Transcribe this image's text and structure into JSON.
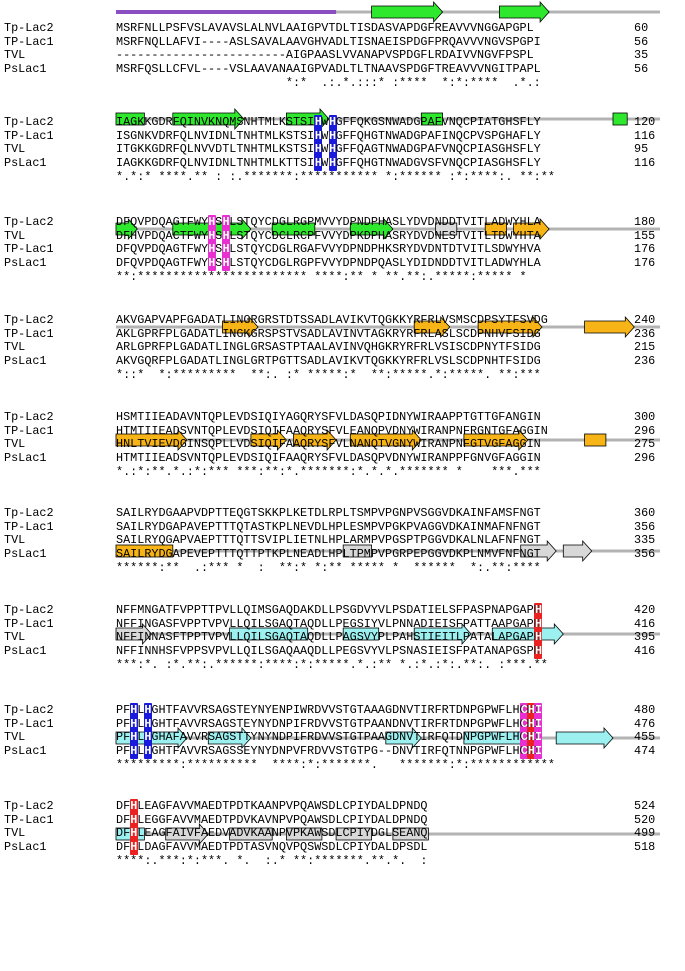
{
  "blocks": [
    {
      "rows": [
        {
          "name": "Tp-Lac2",
          "seq": "MSRFNLLPSFVSLAVAVSLALNVLAAIGPVTDLTISDASVAPDGFREAVVVNGGAPGPL",
          "num": "60"
        },
        {
          "name": "TP-Lac1",
          "seq": "MSRFNQLLAFVI----ASLSAVALAAVGHVADLTISNAEISPDGFPRQAVVVNGVSPGPI",
          "num": "56"
        },
        {
          "name": "TVL",
          "seq": "------------------------AIGPAASLVVANAPVSPDGFLRDAIVVNGVFPSPL",
          "num": "35"
        },
        {
          "name": "PsLac1",
          "seq": "MSRFQSLLCFVL----VSLAAVANAAIGPVADLTLTNAAVSPDGFTREAVVVNGITPAPL",
          "num": "56"
        }
      ],
      "consensus": "                        *:*  .:.*.:::* :****  *:*:****  .*.:"
    },
    {
      "rows": [
        {
          "name": "Tp-Lac2",
          "seq": "IAGKKGDRFQINVKNQMSNHTMLKSTSIHWHGFFQKGSNWADGPAFVNQCPIATGHSFLY",
          "num": "120"
        },
        {
          "name": "TP-Lac1",
          "seq": "ISGNKVDRFQLNVIDNLTNHTMLKSTSIHWHGFFQHGTNWADGPAFINQCPVSPGHAFLY",
          "num": "116"
        },
        {
          "name": "TVL",
          "seq": "ITGKKGDRFQLNVVDTLTNHTMLKSTSIHWHGFFQAGTNWADGPAFVNQCPIASGHSFLY",
          "num": "95"
        },
        {
          "name": "PsLac1",
          "seq": "IAGKKGDRFQLNVIDNLTNHTMLKTTSIHWHGFFQHGTNWADGVSFVNQCPIASGHSFLY",
          "num": "116"
        }
      ],
      "consensus": "*.*:* ****.** : :.*******:*********** *:****** :*:****:. **:**"
    },
    {
      "rows": [
        {
          "name": "Tp-Lac2",
          "seq": "DFQVPDQAGTFWYHSHLSTQYCDGLRGPMVVYDPNDPHASLYDVDNDDTVITLADWYHLA",
          "num": "180"
        },
        {
          "name": "TVL",
          "seq": "DFHVPDQACTFWYHSHLSTQYCDCLRCPFVVYDPKDPHASRYDVDNESTVITLTDWYHTA",
          "num": "155"
        },
        {
          "name": "TP-Lac1",
          "seq": "DFQVPDQAGTFWYHSHLSTQYCDGLRGAFVVYDPNDPHKSRYDVDNTDTVITLSDWYHVA",
          "num": "176"
        },
        {
          "name": "PsLac1",
          "seq": "DFQVPDQAGTFWYHSHLSTQYCDGLRGPFVVYDPNDPQASLYDIDNDDTVITLADWYHLA",
          "num": "176"
        }
      ],
      "consensus": "**:************************ ****:** * **.**:.*****:***** *"
    },
    {
      "rows": [
        {
          "name": "Tp-Lac2",
          "seq": "AKVGAPVAPFGADATLINGRGRSTDTSSADLAVIKVTQGKKYRFRLVSMSCDPSYTFSVDG",
          "num": "240"
        },
        {
          "name": "TP-Lac1",
          "seq": "AKLGPRFPLGADATLINGKGRSPSTVSADLAVINVTAGKRYRFRLASLSCDPNHVFSIDG",
          "num": "236"
        },
        {
          "name": "TVL",
          "seq": "ARLGPRFPLGADATLINGLGRSASTPTAALAVINVQHGKRYRFRLVSISCDPNYTFSIDG",
          "num": "215"
        },
        {
          "name": "PsLac1",
          "seq": "AKVGQRFPLGADATLINGLGRTPGTTSADLAVIKVTQGKKYRFRLVSLSCDPNHTFSIDG",
          "num": "236"
        }
      ],
      "consensus": "*::*  *:*********  **:. :* *****:*  **:*****.*:*****. **:***"
    },
    {
      "rows": [
        {
          "name": "Tp-Lac2",
          "seq": "HSMTIIEADAVNTQPLEVDSIQIYAGQRYSFVLDASQPIDNYWIRAAPPTGTTGFANGIN",
          "num": "300"
        },
        {
          "name": "TP-Lac1",
          "seq": "HTMTIIEADSVNTQPLEVDSIQIFAAQRYSFVLEANQPVDNYWIRANPNFRGNTGFAGGIN",
          "num": "296"
        },
        {
          "name": "TVL",
          "seq": "HNLTVIEVDGINSQPLLVDSIQIFAAQRYSFVLNANQTVGNYWIRANPNFGTVGFAGGIN",
          "num": "275"
        },
        {
          "name": "PsLac1",
          "seq": "HTMTIIEADSVNTQPLEVDSIQIFAAQRYSFVLDASQPVDNYWIRANPPFGNVGFAGGIN",
          "num": "296"
        }
      ],
      "consensus": "*.:*:**.*.:*:*** ***:**:*.*******:*.*.*.******* *    ***.***"
    },
    {
      "rows": [
        {
          "name": "Tp-Lac2",
          "seq": "SAILRYDGAAPVDPTTEQGTSKKPLKETDLRPLTSMPVPGNPVSGGVDKAINFAMSFNGT",
          "num": "360"
        },
        {
          "name": "TP-Lac1",
          "seq": "SAILRYDGAPAVEPTTTQTASTKPLNEVDLHPLESMPVPGKPVAGGVDKAINMAFNFNGT",
          "num": "356"
        },
        {
          "name": "TVL",
          "seq": "SAILRYQGAPVAEPTTTQTTSVIPLIETNLHPLARMPVPGSPTPGGVDKALNLAFNFNGT",
          "num": "335"
        },
        {
          "name": "PsLac1",
          "seq": "SAILRYDGAPEVEPTTTQTTPTKPLNEADLHPLTPMPVPGRPEPGGVDKPLNMVFNFNGT",
          "num": "356"
        }
      ],
      "consensus": "******:**  .:*** *  :  **:* *:** ***** *  ******  *:.**:****"
    },
    {
      "rows": [
        {
          "name": "Tp-Lac2",
          "seq": "NFFMNGATFVPPTTPVLLQIMSGAQDAKDLLPSGDVYVLPSDATIELSFPASPNAPGAPH",
          "num": "420"
        },
        {
          "name": "TP-Lac1",
          "seq": "NFFINGASFVPPTVPVLLQILSGAQTAQDLLPEGSIYVLPNNADIEISFPATTAAPGAPH",
          "num": "416"
        },
        {
          "name": "TVL",
          "seq": "NFFINNASFTPPTVPVLLQILSGAQTAQDLLPAGSVYPLPAHSTIEITLPATALAPGAPH",
          "num": "395"
        },
        {
          "name": "PsLac1",
          "seq": "NFFINNHSFVPPSVPVLLQILSGAQAAQDLLPEGSVYVLPSNASIEISFPATANAPGSPH",
          "num": "416"
        }
      ],
      "consensus": "***:*. :*.**:.******:****:*:*****.*.:** *.:*.:*:.**:. :***.**"
    },
    {
      "rows": [
        {
          "name": "Tp-Lac2",
          "seq": "PFHLHGHTFAVVRSAGSTEYNYENPIWRDVVSTGTAAAGDNVTIRFRTDNPGPWFLHCHI",
          "num": "480"
        },
        {
          "name": "TP-Lac1",
          "seq": "PFHLHGHTFAVVRSAGSTEYNYDNPIFRDVVSTGTPAANDNVTIRFRTDNPGPWFLHCHI",
          "num": "476"
        },
        {
          "name": "TVL",
          "seq": "PFHLHGHAFAVVRSAGSTTYNYNDPIFRDVVSTGTPAAGDNVTIRFQTDNPGPWFLHCHI",
          "num": "455"
        },
        {
          "name": "PsLac1",
          "seq": "PFHLHGHTFAVVRSAGSSEYNYDNPVFRDVVSTGTPG--DNVTIRFQTNNPGPWFLHCHI",
          "num": "474"
        }
      ],
      "consensus": "*********:**********  ****:*:*******.   *******:*:************"
    },
    {
      "rows": [
        {
          "name": "Tp-Lac2",
          "seq": "DFHLEAGFAVVMAEDTPDTKAANPVPQAWSDLCPIYDALDPNDQ",
          "num": "524"
        },
        {
          "name": "TP-Lac1",
          "seq": "DFHLEGGFAVVMAEDTPDVKAVNPVPQAWSDLCPIYDALDPNDQ",
          "num": "520"
        },
        {
          "name": "TVL",
          "seq": "DFHLEAGFAIVFAEDVADVKAANPVPKAWSDLCPIYDGLSEANQ",
          "num": "499"
        },
        {
          "name": "PsLac1",
          "seq": "DFHLDAGFAVVMAEDTPDTASVNQVPQSWSDLCPIYDALDPSDL",
          "num": "518"
        }
      ],
      "consensus": "****:.***:*:***. *.  :.* **:*******.**.*.  :"
    }
  ],
  "legend_colors": {
    "signal": "#8b4fc4",
    "helix": "#9cf0f0",
    "strand_green": "#2ee82e",
    "strand_orange": "#f7b416",
    "grey": "#d8d8d8",
    "copper_t1": "#1a1adb",
    "copper_t2": "#e82fd2",
    "copper_t3": "#ea2222"
  }
}
